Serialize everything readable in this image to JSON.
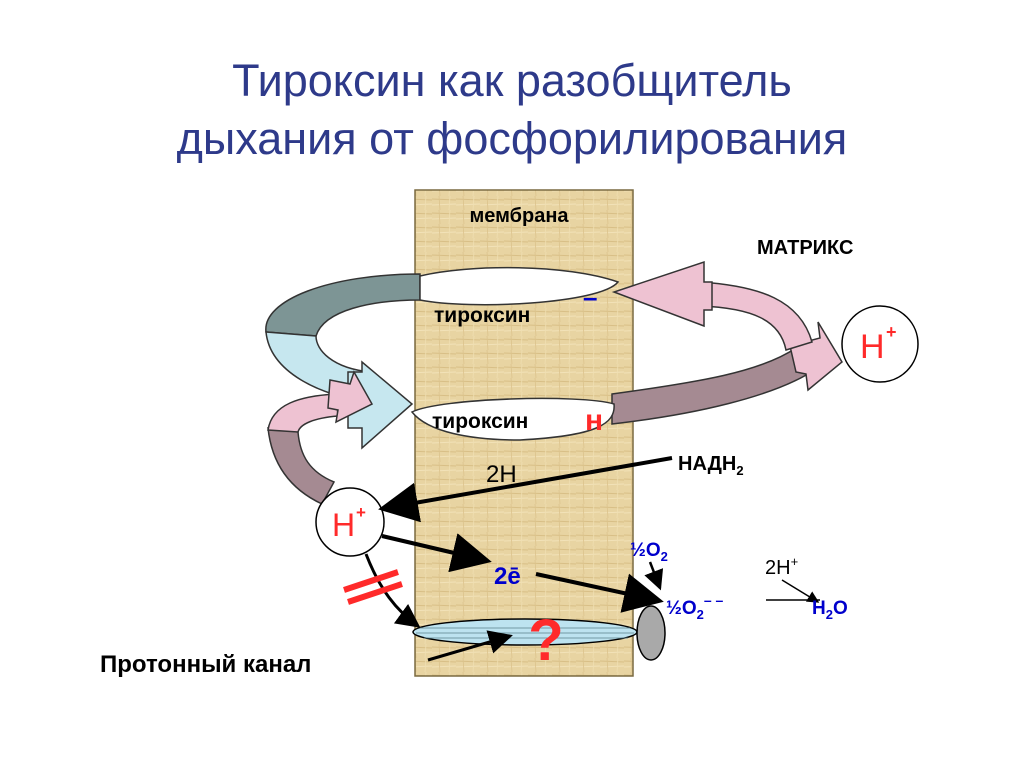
{
  "title": {
    "line1": "Тироксин как разобщитель",
    "line2": "дыхания от фосфорилирования"
  },
  "diagram": {
    "membrane_label": "мембрана",
    "matrix_label": "МАТРИКС",
    "thyroxine_anion": "тироксин",
    "thyroxine_anion_charge": "–",
    "thyroxine_protonated": "тироксин",
    "thyroxine_protonated_h": "н",
    "hydrogen_2h": "2Н",
    "nadh": "НАДН",
    "nadh_sub": "2",
    "proton_left": "Н",
    "proton_left_charge": "+",
    "proton_right": "Н",
    "proton_right_charge": "+",
    "electrons": "2ē",
    "half_o2": "½О",
    "half_o2_sub": "2",
    "reduced_o2": "½О",
    "reduced_o2_sub": "2",
    "reduced_o2_charge": "– –",
    "two_h_plus": "2Н",
    "two_h_plus_charge": "+",
    "water_h": "Н",
    "water_sub": "2",
    "water_o": "О",
    "question": "?",
    "proton_channel": "Протонный канал"
  },
  "colors": {
    "title": "#2e3a8a",
    "membrane": "#e8d4a2",
    "arrow_slate": "#7d9595",
    "arrow_lightblue": "#c6e7ef",
    "arrow_pink": "#eec2d2",
    "arrow_mauve": "#a58a92",
    "blue_text": "#0000cc",
    "red": "#ff2a2a",
    "channel": "#bde3f0",
    "ellipse_gray": "#a9a9a9"
  }
}
